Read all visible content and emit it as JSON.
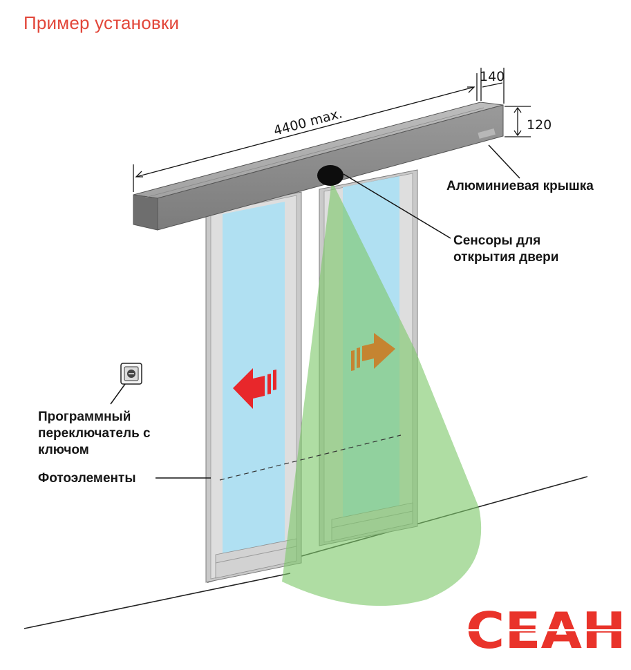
{
  "title": "Пример установки",
  "labels": {
    "cover": "Алюминиевая крышка",
    "sensors": "Сенсоры для\nоткрытия двери",
    "key_switch": "Программный\nпереключатель с\nключом",
    "photocells": "Фотоэлементы"
  },
  "dimensions": {
    "length": "4400 max.",
    "depth": "140",
    "height": "120"
  },
  "logo_text": "СЕАН",
  "colors": {
    "title": "#e2473a",
    "logo": "#e9332a",
    "glass": "#b0e0f2",
    "frame": "#c9c9c9",
    "cover": "#8e8e8e",
    "sensor_zone": "#7ec86a",
    "arrow_left": "#e8272b",
    "arrow_right": "#c58431"
  }
}
